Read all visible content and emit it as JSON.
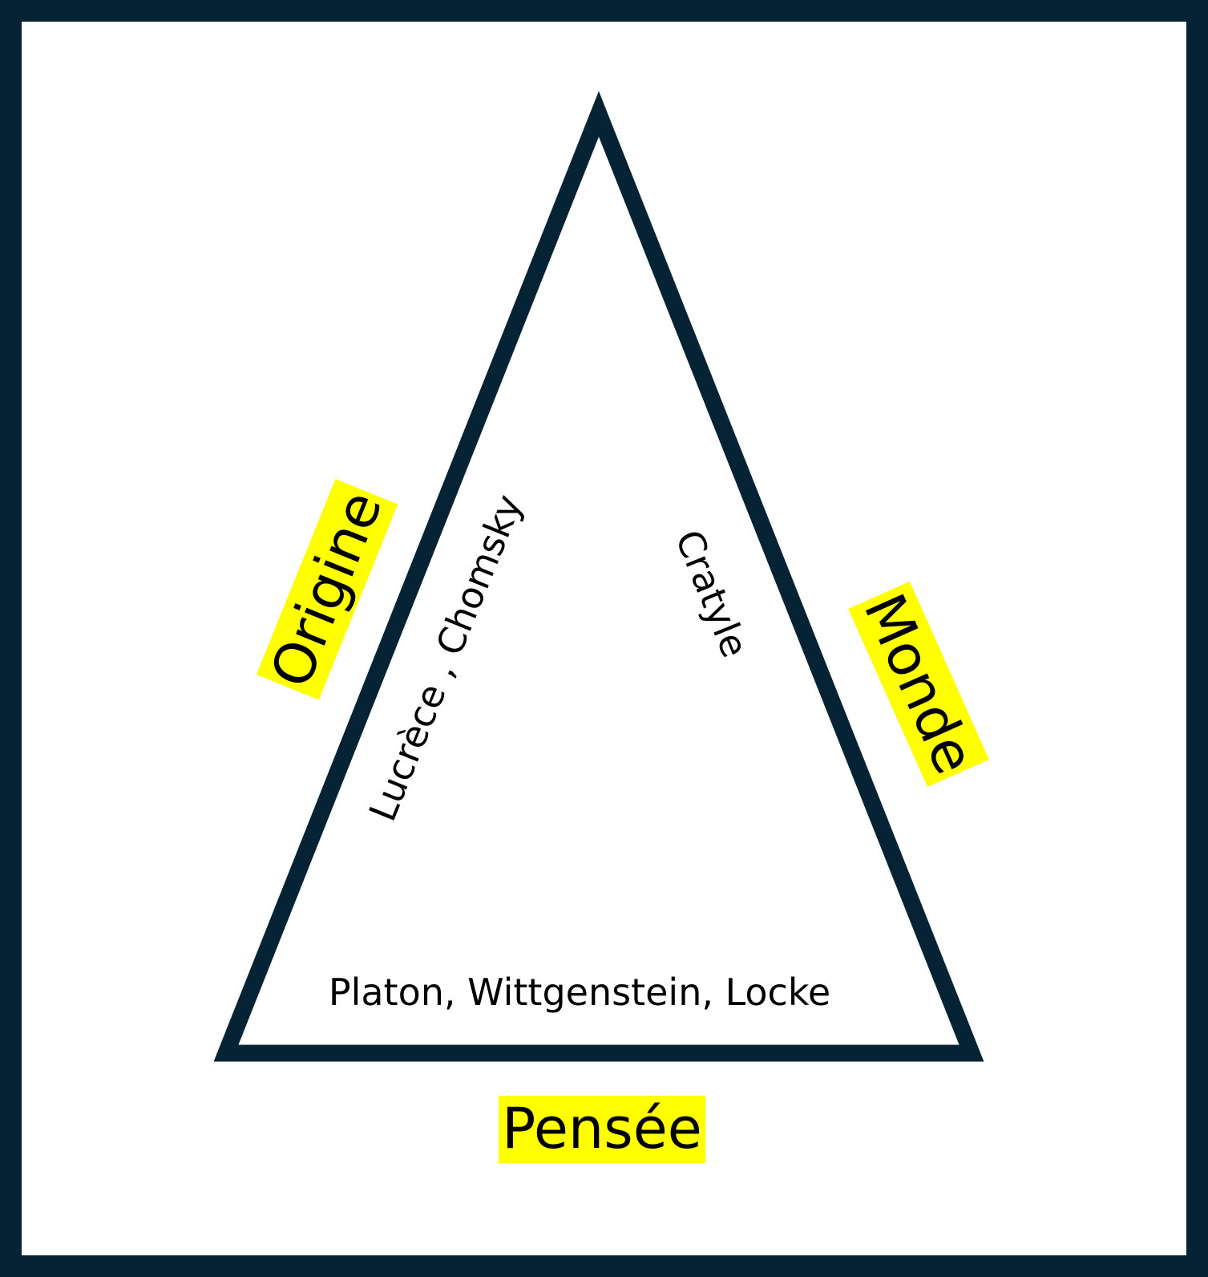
{
  "colors": {
    "frame": "#052335",
    "triangle_stroke": "#052335",
    "highlight": "#ffff00",
    "text": "#000000",
    "background": "#ffffff"
  },
  "labels": {
    "left_side": "Origine",
    "right_side": "Monde",
    "bottom_side": "Pensée"
  },
  "inner_labels": {
    "left": "Lucrèce , Chomsky",
    "right": "Cratyle",
    "bottom": "Platon, Wittgenstein, Locke"
  }
}
